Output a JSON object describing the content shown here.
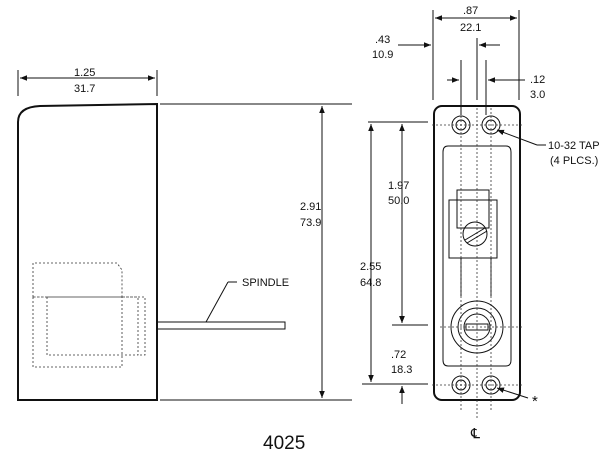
{
  "model": "4025",
  "centerline": "℄",
  "asterisk": "*",
  "side_view": {
    "width_in": "1.25",
    "width_mm": "31.7",
    "spindle_label": "SPINDLE"
  },
  "front_view": {
    "overall_width_in": ".87",
    "overall_width_mm": "22.1",
    "offset_in": ".43",
    "offset_mm": "10.9",
    "tap_width_in": ".12",
    "tap_width_mm": "3.0",
    "tap_note_line1": "10-32 TAP",
    "tap_note_line2": "(4 PLCS.)",
    "height_in": "2.91",
    "height_mm": "73.9",
    "upper_in": "1.97",
    "upper_mm": "50.0",
    "mid_in": "2.55",
    "mid_mm": "64.8",
    "lower_in": ".72",
    "lower_mm": "18.3"
  }
}
